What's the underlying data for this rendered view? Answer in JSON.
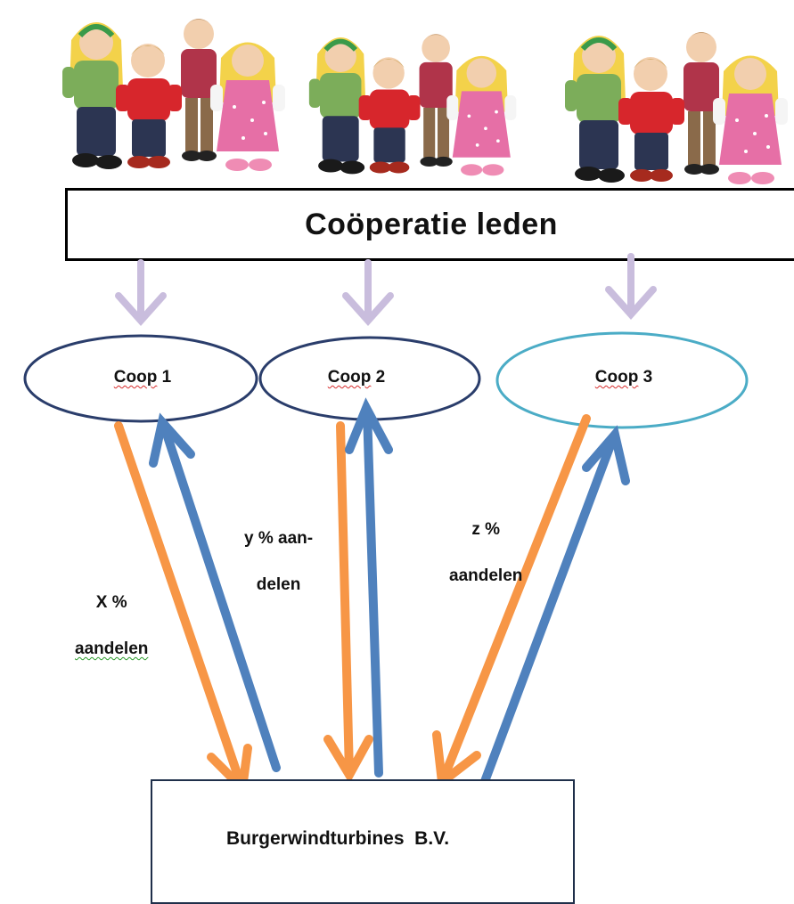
{
  "banner": {
    "title": "Coöperatie leden"
  },
  "coops": [
    {
      "label": "Coop",
      "num": "1"
    },
    {
      "label": "Coop",
      "num": "2"
    },
    {
      "label": "Coop",
      "num": "3"
    }
  ],
  "shares": [
    {
      "line1": "X %",
      "line2": "aandelen"
    },
    {
      "line1": "y % aan-",
      "line2": "delen"
    },
    {
      "line1": "z %",
      "line2": "aandelen"
    }
  ],
  "bv": {
    "name": "Burgerwindturbines  B.V."
  },
  "colors": {
    "member_arrow": "#c9bddd",
    "share_arrow": "#f79646",
    "return_arrow": "#4f81bd",
    "coop_ellipse": "#2a3d6b",
    "coop3_ellipse": "#4bacc6"
  },
  "icons": [
    "family-dolls-illustration"
  ]
}
